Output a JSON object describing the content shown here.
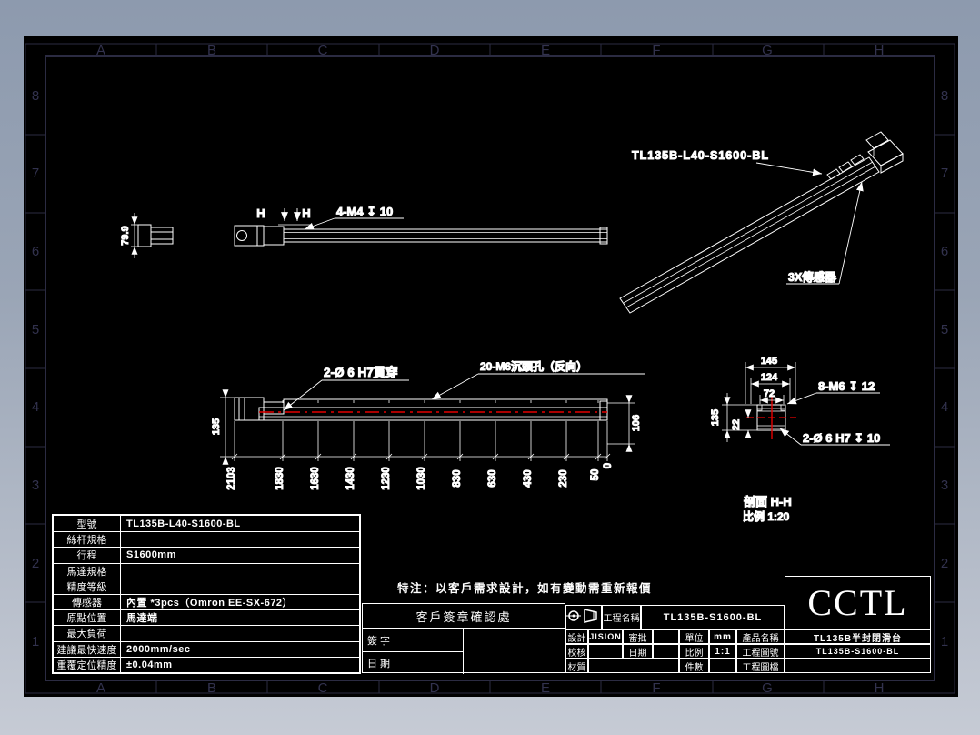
{
  "colors": {
    "viewer_bg_top": "#8d9aae",
    "viewer_bg_bottom": "#c6cbd5",
    "canvas_bg": "#000000",
    "drawing_line": "#ffffff",
    "centerline_red": "#e60000",
    "sheet_frame": "#2b2b42"
  },
  "frame": {
    "cols": [
      "A",
      "B",
      "C",
      "D",
      "E",
      "F",
      "G",
      "H"
    ],
    "rows": [
      "8",
      "7",
      "6",
      "5",
      "4",
      "3",
      "2",
      "1"
    ]
  },
  "views": {
    "side": {
      "height_dim": "79.9"
    },
    "top": {
      "section_mark_left": "H",
      "section_mark_right": "H",
      "thread_note": "4-M4 ↧ 10"
    },
    "front": {
      "height_dim": "135",
      "rail_height_dim": "106",
      "through_hole_note": "2-Ø 6 H7貫穿",
      "counterbore_note": "20-M6沉頭孔（反向）",
      "station_dims": [
        "2103",
        "1830",
        "1630",
        "1430",
        "1230",
        "1030",
        "830",
        "630",
        "430",
        "230",
        "50",
        "0"
      ]
    },
    "iso": {
      "model_label": "TL135B-L40-S1600-BL",
      "sensor_label": "3X傳感器"
    },
    "section": {
      "caption_title": "剖面 H-H",
      "caption_scale": "比例 1:20",
      "width_dims": [
        "145",
        "124",
        "72"
      ],
      "height_dim": "135",
      "offset_dim": "22",
      "thread_note": "8-M6 ↧ 12",
      "pin_note": "2-Ø 6 H7 ↧ 10"
    }
  },
  "spec_table": {
    "rows": [
      {
        "label": "型號",
        "value": "TL135B-L40-S1600-BL"
      },
      {
        "label": "絲杆規格",
        "value": ""
      },
      {
        "label": "行程",
        "value": "S1600mm"
      },
      {
        "label": "馬達規格",
        "value": ""
      },
      {
        "label": "精度等級",
        "value": ""
      },
      {
        "label": "傳感器",
        "value": "內置 *3pcs（Omron EE-SX-672）"
      },
      {
        "label": "原點位置",
        "value": "馬達端"
      },
      {
        "label": "最大負荷",
        "value": ""
      },
      {
        "label": "建議最快速度",
        "value": "2000mm/sec"
      },
      {
        "label": "重覆定位精度",
        "value": "±0.04mm"
      }
    ]
  },
  "note": "特注：以客戶需求設計，如有變動需重新報價",
  "sign_box": {
    "title": "客戶簽章確認處",
    "row1": "簽 字",
    "row2": "日 期"
  },
  "title_block": {
    "logo": "CCTL",
    "project_name_label": "工程名稱",
    "project_name_value": "TL135B-S1600-BL",
    "design_label": "設計",
    "design_value": "JISION",
    "approve_label": "審批",
    "approve_value": "",
    "unit_label": "單位",
    "unit_value": "mm",
    "product_label": "產品名稱",
    "product_value": "TL135B半封閉滑台",
    "check_label": "校核",
    "check_value": "",
    "date_label": "日期",
    "date_value": "",
    "scale_label": "比例",
    "scale_value": "1:1",
    "drawing_no_label": "工程圖號",
    "drawing_no_value": "TL135B-S1600-BL",
    "material_label": "材質",
    "material_value": "",
    "qty_label": "件數",
    "qty_value": "",
    "file_label": "工程圖檔",
    "file_value": ""
  }
}
